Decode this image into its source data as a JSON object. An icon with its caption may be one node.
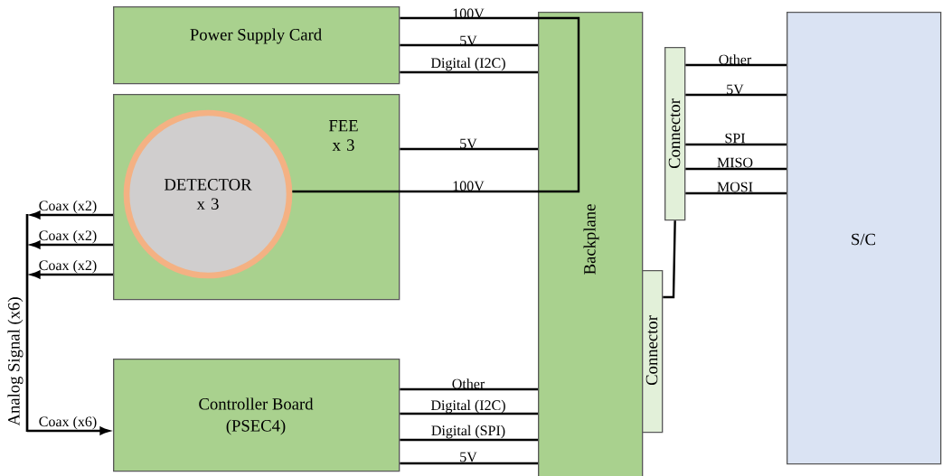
{
  "diagram": {
    "nodes": [
      {
        "text": [
          "Power Supply Card"
        ]
      },
      {
        "text": [
          "FEE x 3"
        ]
      },
      {
        "text": [
          "DETECTOR x 3"
        ],
        "in": 1
      },
      {
        "text": [
          "Controller Board",
          "(PSEC4)"
        ]
      },
      {
        "text": [
          "Backplane"
        ]
      },
      {
        "text": [
          "Connector"
        ]
      },
      {
        "text": [
          "Connector"
        ]
      },
      {
        "text": [
          "S/C"
        ]
      },
      {
        "text": [
          "Analog Signal (x6)"
        ]
      }
    ],
    "edges": [
      {
        "from": 0,
        "to": 4,
        "arrow": "none",
        "label": "100V"
      },
      {
        "from": 0,
        "to": 4,
        "arrow": "none",
        "label": "5V"
      },
      {
        "from": 0,
        "to": 4,
        "arrow": "none",
        "label": "Digital (I2C)"
      },
      {
        "from": 1,
        "to": 4,
        "arrow": "none",
        "label": "5V"
      },
      {
        "from": 1,
        "to": 8,
        "arrow": "to",
        "label": "Coax (x2)"
      },
      {
        "from": 1,
        "to": 8,
        "arrow": "to",
        "label": "Coax (x2)"
      },
      {
        "from": 1,
        "to": 8,
        "arrow": "to",
        "label": "Coax (x2)"
      },
      {
        "from": 8,
        "to": 3,
        "arrow": "to",
        "label": "Coax (x6)"
      },
      {
        "from": 3,
        "to": 4,
        "arrow": "none",
        "label": "Other"
      },
      {
        "from": 3,
        "to": 4,
        "arrow": "none",
        "label": "Digital (I2C)"
      },
      {
        "from": 3,
        "to": 4,
        "arrow": "none",
        "label": "Digital (SPI)"
      },
      {
        "from": 3,
        "to": 4,
        "arrow": "none",
        "label": "5V"
      },
      {
        "from": 5,
        "to": 6,
        "arrow": "none"
      },
      {
        "from": 6,
        "to": 7,
        "arrow": "none",
        "label": "Other"
      },
      {
        "from": 6,
        "to": 7,
        "arrow": "none",
        "label": "5V"
      },
      {
        "from": 6,
        "to": 7,
        "arrow": "none",
        "label": "SPI"
      },
      {
        "from": 6,
        "to": 7,
        "arrow": "none",
        "label": "MISO"
      },
      {
        "from": 6,
        "to": 7,
        "arrow": "none",
        "label": "MOSI"
      },
      {
        "from": 4,
        "to": 2,
        "arrow": "none",
        "label": "100V"
      }
    ]
  }
}
